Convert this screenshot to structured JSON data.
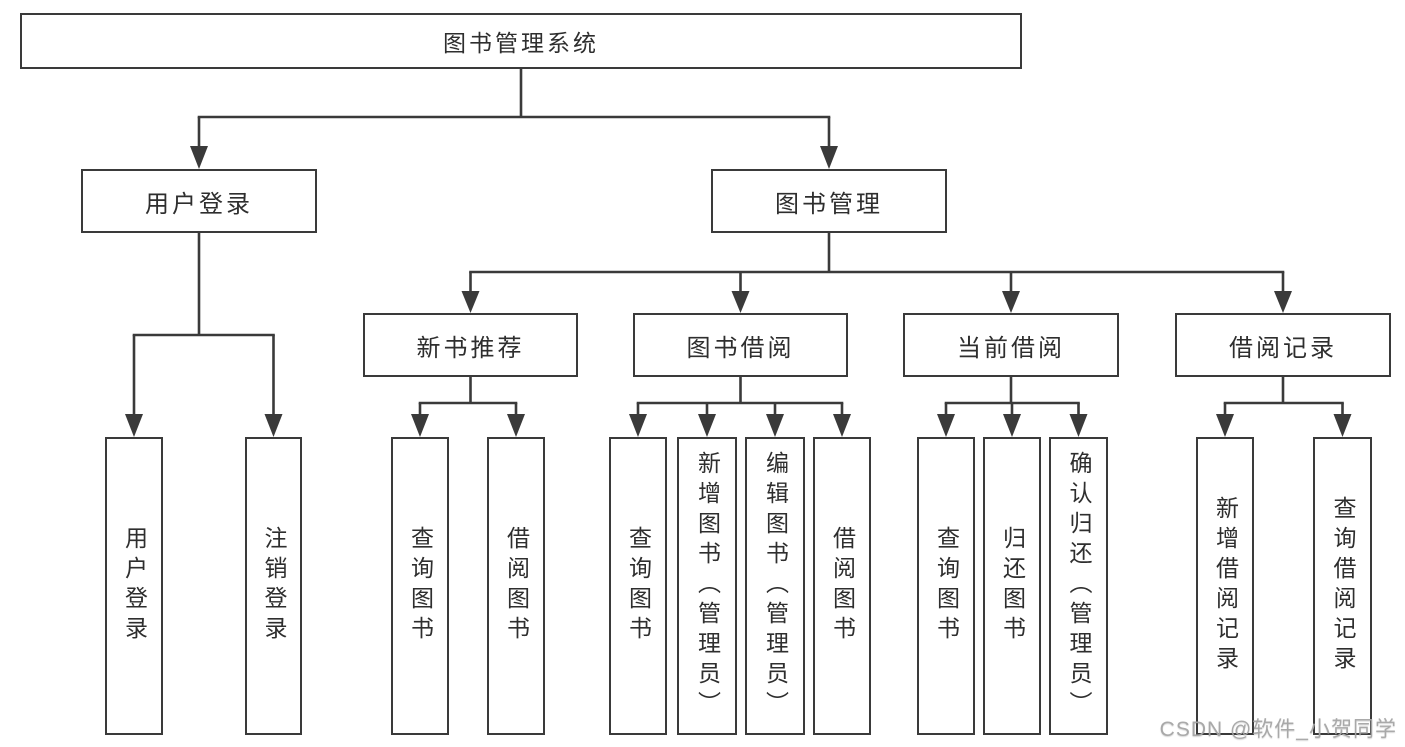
{
  "tree": {
    "label": "图书管理系统",
    "children": [
      {
        "label": "用户登录",
        "children": [
          {
            "label": "用户登录"
          },
          {
            "label": "注销登录"
          }
        ]
      },
      {
        "label": "图书管理",
        "children": [
          {
            "label": "新书推荐",
            "children": [
              {
                "label": "查询图书"
              },
              {
                "label": "借阅图书"
              }
            ]
          },
          {
            "label": "图书借阅",
            "children": [
              {
                "label": "查询图书"
              },
              {
                "label": "新增图书（管理员）"
              },
              {
                "label": "编辑图书（管理员）"
              },
              {
                "label": "借阅图书"
              }
            ]
          },
          {
            "label": "当前借阅",
            "children": [
              {
                "label": "查询图书"
              },
              {
                "label": "归还图书"
              },
              {
                "label": "确认归还（管理员）"
              }
            ]
          },
          {
            "label": "借阅记录",
            "children": [
              {
                "label": "新增借阅记录"
              },
              {
                "label": "查询借阅记录"
              }
            ]
          }
        ]
      }
    ]
  },
  "watermark": {
    "text": "CSDN @软件_小贺同学"
  },
  "colors": {
    "line": "#3a3a3a",
    "box_border": "#3a3a3a",
    "text": "#2e2e2e",
    "watermark": "#a5a5a5",
    "background": "#ffffff"
  }
}
